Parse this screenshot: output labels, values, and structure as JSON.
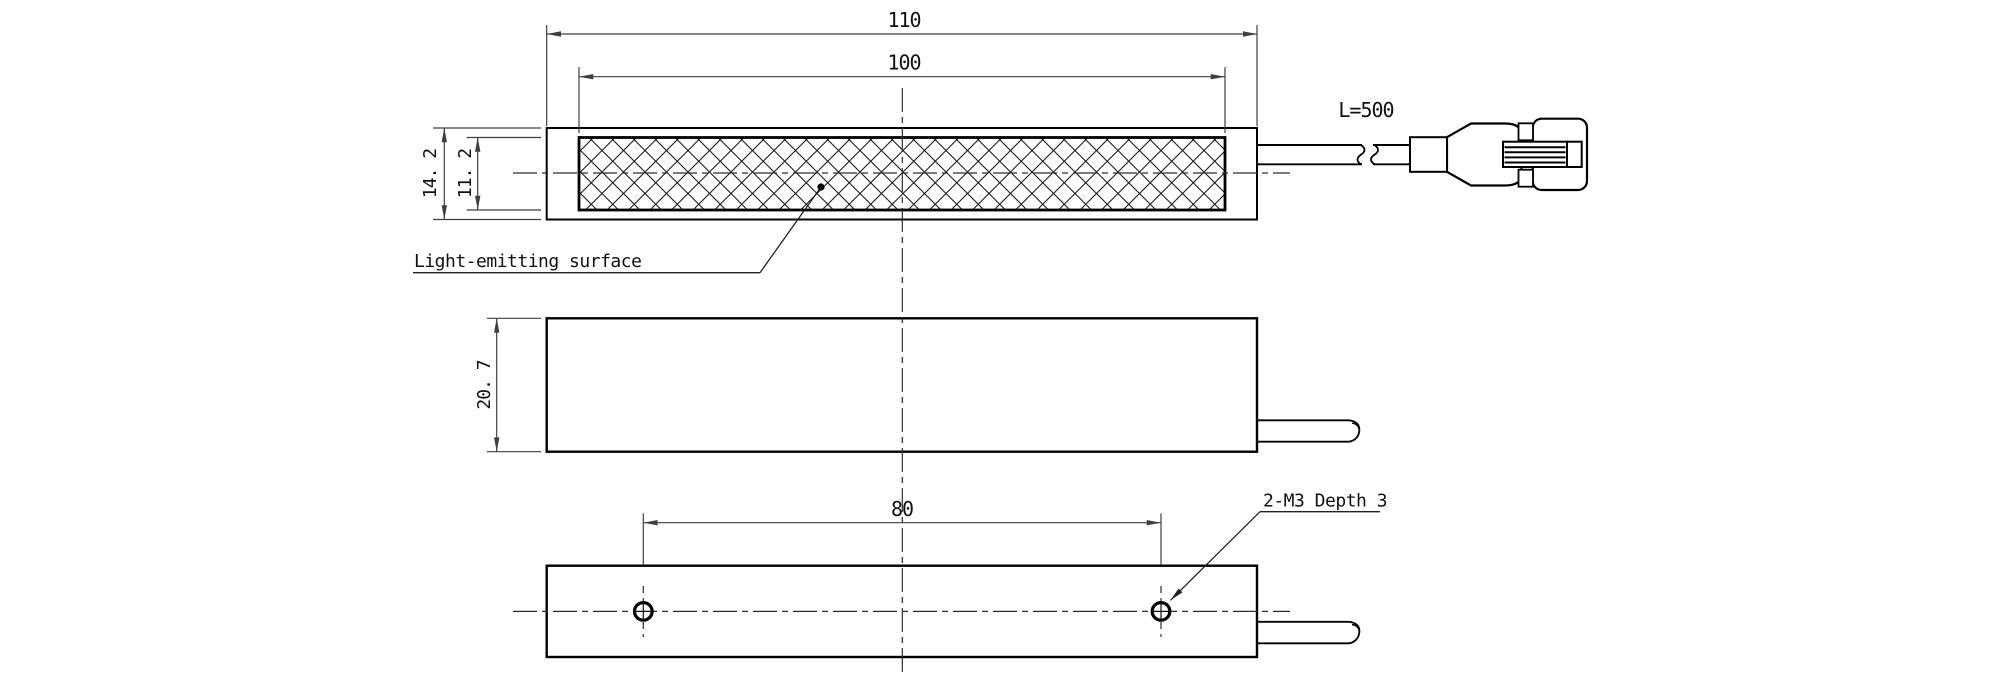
{
  "front_view": {
    "dim_overall_length": "110",
    "dim_emitting_length": "100",
    "dim_overall_height": "14. 2",
    "dim_emitting_height": "11. 2",
    "cable_length_label": "L=500",
    "emitting_surface_label": "Light-emitting surface"
  },
  "side_view": {
    "dim_depth": "20. 7"
  },
  "bottom_view": {
    "dim_hole_pitch": "80",
    "mounting_hole_label": "2-M3 Depth 3"
  },
  "colors": {
    "object_line": "#000000",
    "dimension_line": "#3f3f3f",
    "text": "#111111",
    "background": "#ffffff"
  }
}
